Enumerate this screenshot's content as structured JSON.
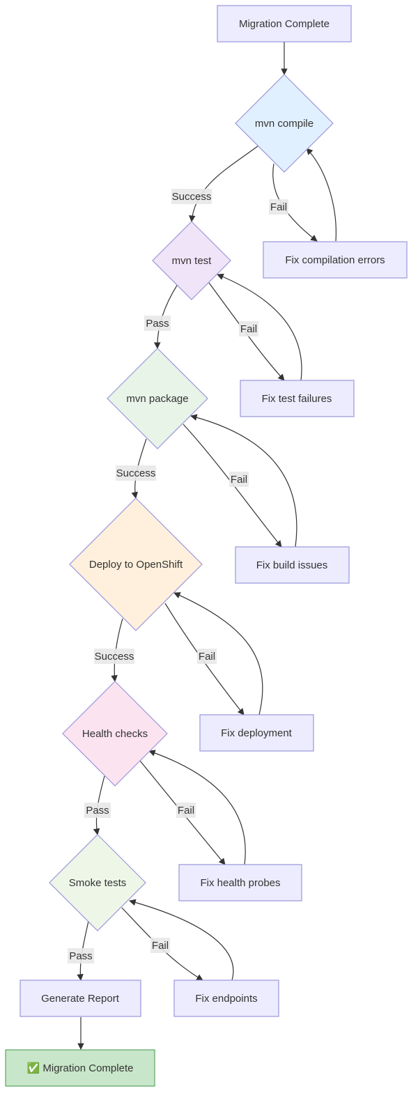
{
  "nodes": {
    "start": "Migration Complete",
    "compile": "mvn compile",
    "fix_compile": "Fix compilation errors",
    "test": "mvn test",
    "fix_test": "Fix test failures",
    "package": "mvn package",
    "fix_build": "Fix build issues",
    "deploy": "Deploy to OpenShift",
    "fix_deploy": "Fix deployment",
    "health": "Health checks",
    "fix_health": "Fix health probes",
    "smoke": "Smoke tests",
    "fix_endpoints": "Fix endpoints",
    "report": "Generate Report",
    "end": "✅ Migration Complete"
  },
  "edge_labels": {
    "compile_success": "Success",
    "compile_fail": "Fail",
    "test_pass": "Pass",
    "test_fail": "Fail",
    "package_success": "Success",
    "package_fail": "Fail",
    "deploy_success": "Success",
    "deploy_fail": "Fail",
    "health_pass": "Pass",
    "health_fail": "Fail",
    "smoke_pass": "Pass",
    "smoke_fail": "Fail"
  },
  "colors": {
    "process_fill": "#ececfe",
    "process_stroke": "#9a96db",
    "compile_fill": "#e1f0fe",
    "test_fill": "#f0e4f8",
    "package_fill": "#e8f4e8",
    "deploy_fill": "#fef0dc",
    "health_fill": "#fbe3ef",
    "smoke_fill": "#eef6e8",
    "end_fill": "#c8e6c9",
    "end_stroke": "#5aa55e"
  }
}
